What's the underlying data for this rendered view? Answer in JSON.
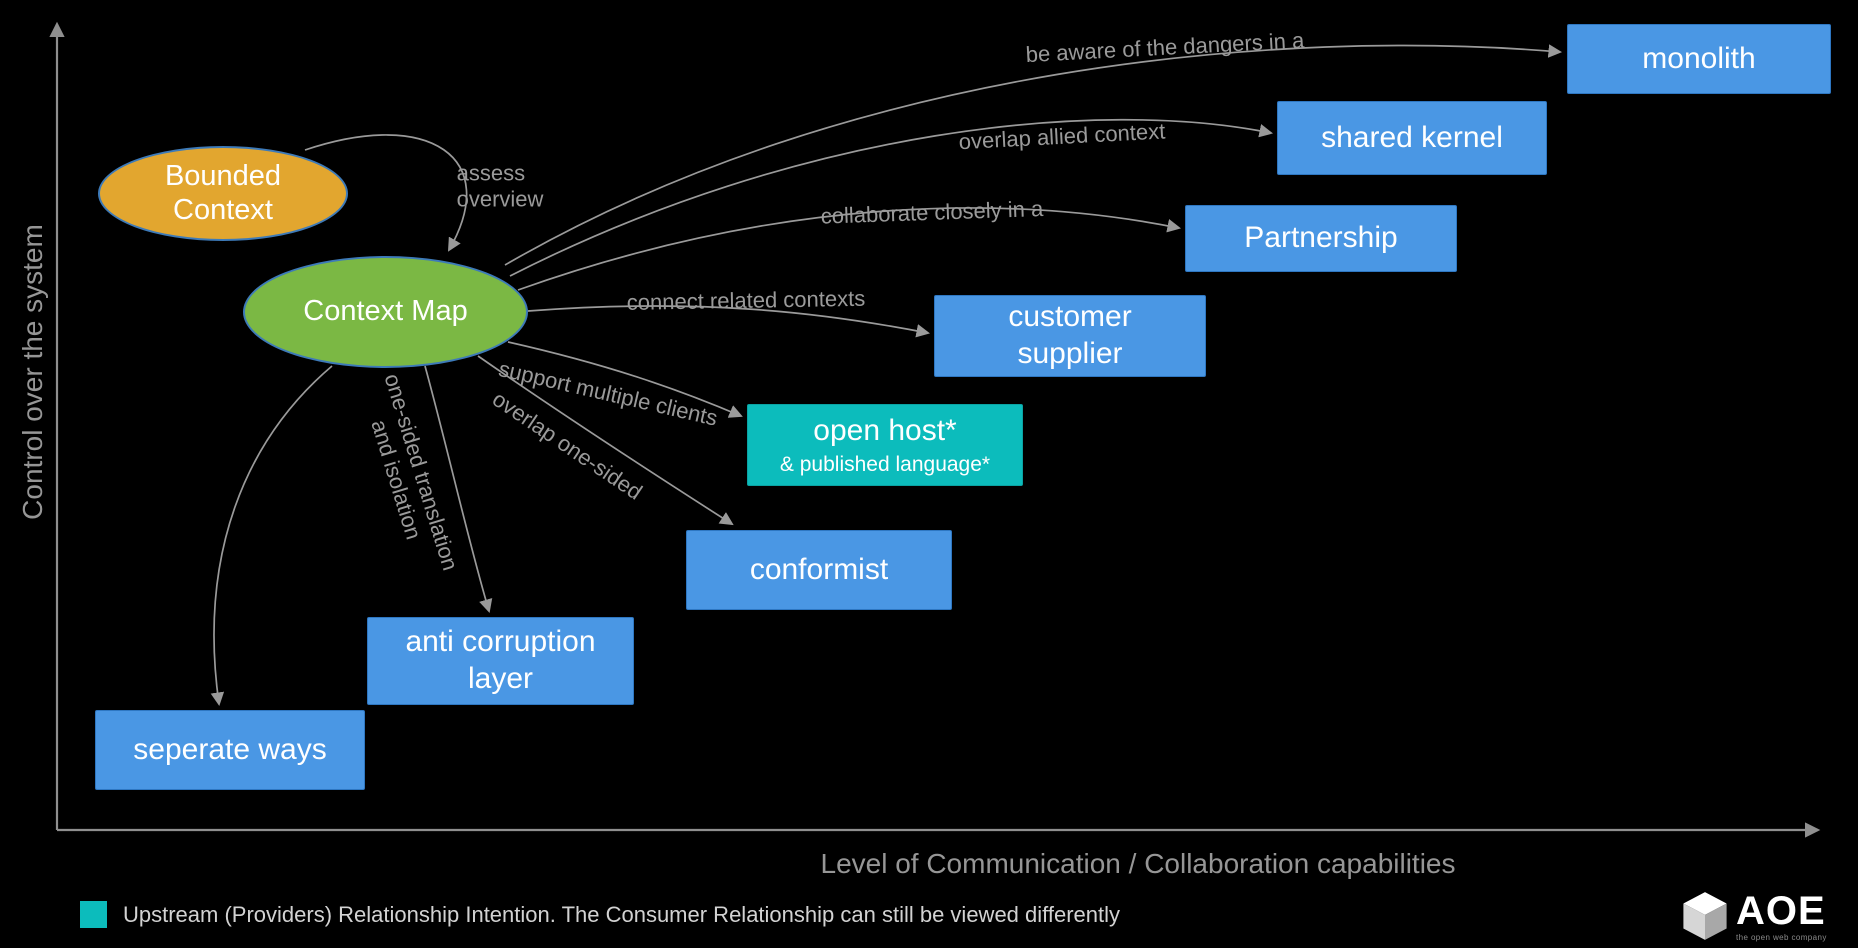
{
  "axes": {
    "y_label": "Control over the system",
    "x_label": "Level of Communication / Collaboration capabilities"
  },
  "ellipses": {
    "bounded_context": {
      "label": "Bounded\nContext",
      "fill": "#e2a62f"
    },
    "context_map": {
      "label": "Context Map",
      "fill": "#7bb844"
    }
  },
  "boxes": {
    "monolith": {
      "label": "monolith",
      "fill": "#4a97e4"
    },
    "shared_kernel": {
      "label": "shared kernel",
      "fill": "#4a97e4"
    },
    "partnership": {
      "label": "Partnership",
      "fill": "#4a97e4"
    },
    "customer_supplier": {
      "label": "customer\nsupplier",
      "fill": "#4a97e4"
    },
    "open_host": {
      "label": "open host*",
      "sublabel": "& published language*",
      "fill": "#0cbcbc"
    },
    "conformist": {
      "label": "conformist",
      "fill": "#4a97e4"
    },
    "anti_corruption_layer": {
      "label": "anti corruption\nlayer",
      "fill": "#4a97e4"
    },
    "seperate_ways": {
      "label": "seperate ways",
      "fill": "#4a97e4"
    }
  },
  "edge_labels": {
    "assess_overview": "assess\noverview",
    "monolith": "be aware of the dangers in a",
    "shared_kernel": "overlap allied context",
    "partnership": "collaborate closely in a",
    "customer_supplier": "connect related contexts",
    "open_host": "support multiple clients",
    "conformist": "overlap one-sided",
    "anti_corruption_layer": "one-sided translation\nand isolation"
  },
  "legend": {
    "text": "Upstream (Providers) Relationship Intention. The Consumer Relationship can still be viewed differently",
    "swatch_color": "#0cbcbc"
  },
  "logo": {
    "text": "AOE",
    "tagline": "the open web company"
  },
  "colors": {
    "background": "#000000",
    "box_blue": "#4a97e4",
    "box_teal": "#0cbcbc",
    "ellipse_orange": "#e2a62f",
    "ellipse_green": "#7bb844",
    "arrow_gray": "#9a9a9a"
  }
}
